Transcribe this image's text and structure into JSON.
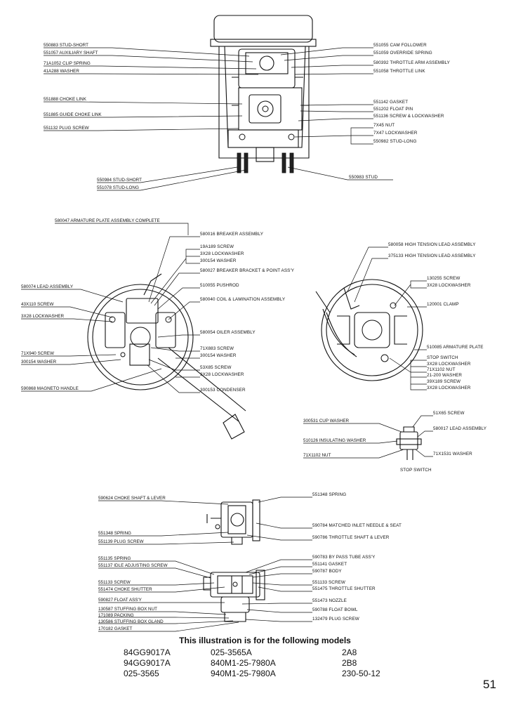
{
  "fig1": {
    "labels_left": [
      "550883 STUD-SHORT",
      "551057 AUXILIARY SHAFT",
      "71A1052 CLIP SPRING",
      "41A288 WASHER",
      "551888 CHOKE LINK",
      "551885 GUIDE CHOKE LINK",
      "551132 PLUG SCREW",
      "550984 STUD-SHORT",
      "551078 STUD-LONG"
    ],
    "labels_right": [
      "551055 CAM FOLLOWER",
      "551059 OVERRIDE SPRING",
      "580392 THROTTLE ARM ASSEMBLY",
      "551058 THROTTLE LINK",
      "551142 GASKET",
      "551202 FLOAT PIN",
      "551136 SCREW & LOCKWASHER",
      "7X45 NUT",
      "7X47 LOCKWASHER",
      "550982 STUD-LONG",
      "550983 STUD"
    ]
  },
  "fig2": {
    "title": "580047 ARMATURE PLATE ASSEMBLY COMPLETE",
    "labels_left": [
      "580074 LEAD ASSEMBLY",
      "43X110 SCREW",
      "3X28 LOCKWASHER",
      "71X940 SCREW",
      "300154 WASHER",
      "590868 MAGNETO HANDLE"
    ],
    "labels_right": [
      "580016 BREAKER ASSEMBLY",
      "19A189 SCREW",
      "3X28 LOCKWASHER",
      "300154 WASHER",
      "580027 BREAKER BRACKET & POINT ASS'Y",
      "510055 PUSHROD",
      "580040 COIL & LAMINATION ASSEMBLY",
      "580054 OILER ASSEMBLY",
      "71X883 SCREW",
      "300154 WASHER",
      "53X85 SCREW",
      "3X28 LOCKWASHER",
      "300153 CONDENSER"
    ]
  },
  "fig3": {
    "labels": [
      "580058 HIGH TENSION LEAD ASSEMBLY",
      "375133 HIGH TENSION LEAD ASSEMBLY",
      "130255 SCREW",
      "3X28 LOCKWASHER",
      "120001 CLAMP",
      "510085 ARMATURE PLATE",
      "STOP SWITCH",
      "3X28 LOCKWASHER",
      "71X1102 NUT",
      "21-200 WASHER",
      "39X189 SCREW",
      "3X28 LOCKWASHER"
    ]
  },
  "fig4": {
    "labels_left": [
      "300531 CUP WASHER",
      "510126 INSULATING WASHER",
      "71X1102 NUT"
    ],
    "labels_right": [
      "51X65 SCREW",
      "580017 LEAD ASSEMBLY",
      "71X1531 WASHER"
    ],
    "caption": "STOP SWITCH"
  },
  "fig5": {
    "labels_left": [
      "590624 CHOKE SHAFT & LEVER",
      "551348 SPRING",
      "551139 PLUG SCREW"
    ],
    "labels_right": [
      "551348 SPRING",
      "590784 MATCHED INLET NEEDLE & SEAT",
      "590786 THROTTLE SHAFT & LEVER"
    ]
  },
  "fig6": {
    "labels_left": [
      "551135 SPRING",
      "551137 IDLE ADJUSTING SCREW",
      "551133 SCREW",
      "551474 CHOKE SHUTTER",
      "590827 FLOAT ASS'Y",
      "130587 STUFFING BOX NUT",
      "171089 PACKING",
      "130586 STUFFING BOX GLAND",
      "170182 GASKET"
    ],
    "labels_right": [
      "590783 BY PASS TUBE ASS'Y",
      "551141 GASKET",
      "590787 BODY",
      "551133 SCREW",
      "551475 THROTTLE SHUTTER",
      "551473 NOZZLE",
      "590788 FLOAT BOWL",
      "132479 PLUG SCREW"
    ]
  },
  "caption": "This illustration is for the following models",
  "models": {
    "col1": [
      "84GG9017A",
      "94GG9017A",
      "025-3565"
    ],
    "col2": [
      "025-3565A",
      "840M1-25-7980A",
      "940M1-25-7980A"
    ],
    "col3": [
      "2A8",
      "2B8",
      "230-50-12"
    ]
  },
  "page_number": "51"
}
